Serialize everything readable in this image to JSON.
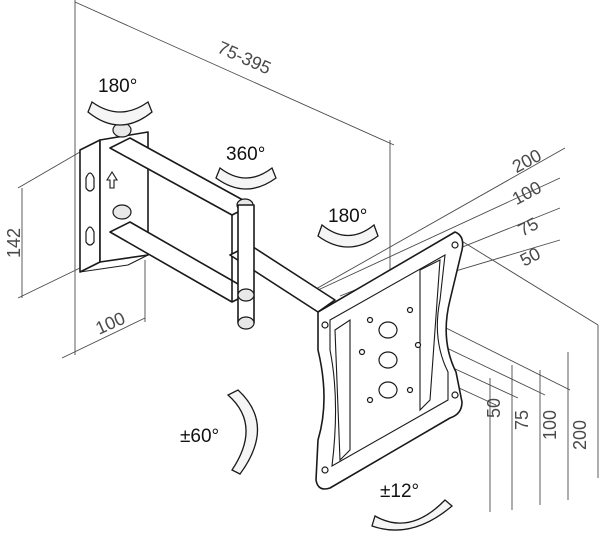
{
  "labels": {
    "arm_extension": "75-395",
    "rot_top_left": "180°",
    "rot_middle": "360°",
    "rot_right": "180°",
    "height": "142",
    "depth": "100",
    "vesa_h_200": "200",
    "vesa_h_100": "100",
    "vesa_h_75": "75",
    "vesa_h_50": "50",
    "vesa_v_50": "50",
    "vesa_v_75": "75",
    "vesa_v_100": "100",
    "vesa_v_200": "200",
    "tilt": "±60°",
    "swivel": "±12°"
  },
  "colors": {
    "line": "#1a1a1a",
    "dimension": "#4a4a4a",
    "background": "#ffffff"
  }
}
